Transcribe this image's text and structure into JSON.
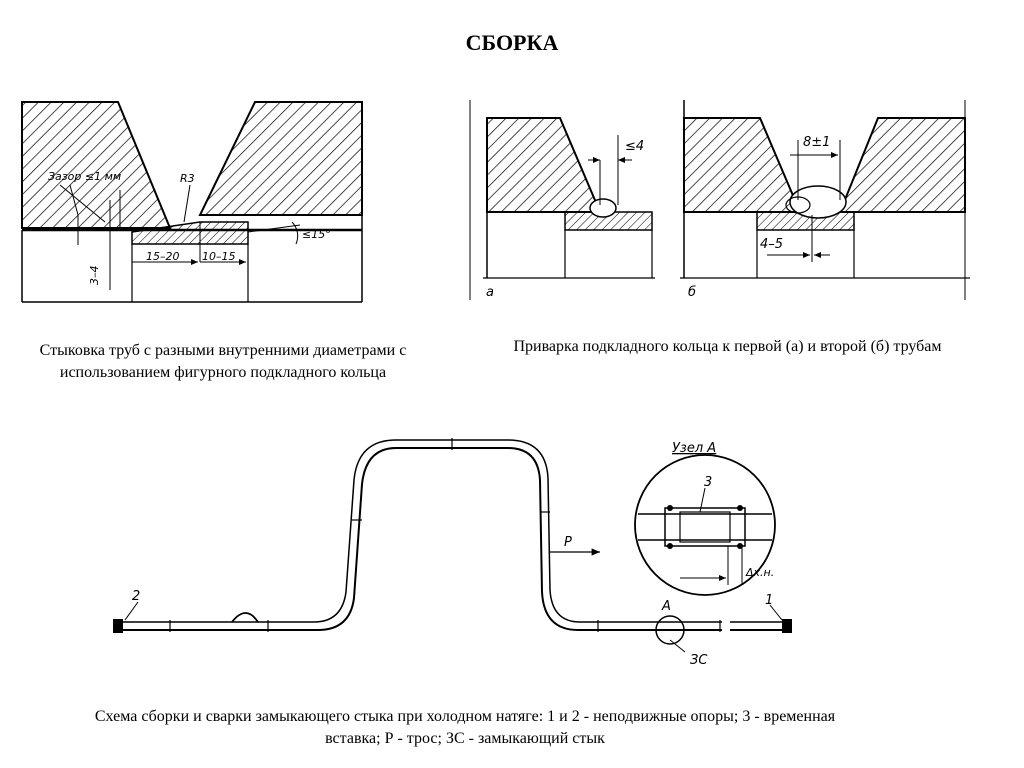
{
  "title": "СБОРКА",
  "fig1": {
    "caption": "Стыковка труб с разными внутренними диаметрами с использованием фигурного подкладного кольца",
    "labels": {
      "gap": "Зазор ≤1 мм",
      "radius": "R3",
      "angle": "≤15°",
      "dim_a": "15–20",
      "dim_b": "10–15",
      "dim_c": "3–4"
    }
  },
  "fig2": {
    "caption": "Приварка подкладного кольца к первой (а) и второй (б) трубам",
    "labels": {
      "a": "а",
      "b": "б",
      "dim_le4": "≤4",
      "dim_8": "8±1",
      "dim_45": "4–5"
    }
  },
  "fig3": {
    "caption": "Схема сборки и сварки замыкающего стыка при холодном натяге: 1 и 2 - неподвижные опоры; 3 - временная вставка; Р - трос; ЗС - замыкающий стык",
    "labels": {
      "support1": "1",
      "support2": "2",
      "insert3": "3",
      "cable": "Р",
      "node_a": "А",
      "node_title": "Узел А",
      "joint": "ЗС",
      "dim_dx": "Δх.н."
    }
  }
}
